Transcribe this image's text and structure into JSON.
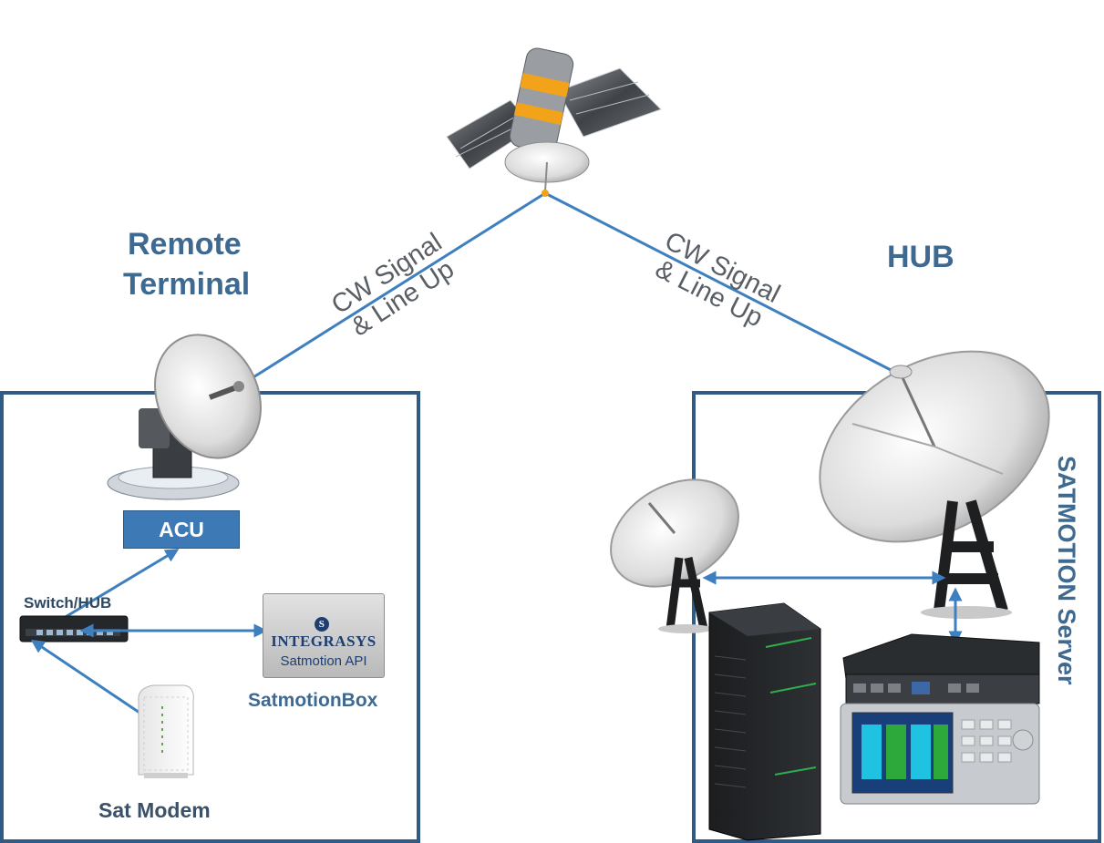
{
  "labels": {
    "remote_terminal_line1": "Remote",
    "remote_terminal_line2": "Terminal",
    "hub": "HUB",
    "acu": "ACU",
    "switch": "Switch/HUB",
    "satmotion_box": "SatmotionBox",
    "sat_modem": "Sat Modem",
    "satmotion_server": "SATMOTION Server"
  },
  "signal_left": {
    "line1": "CW Signal",
    "line2": "& Line Up"
  },
  "signal_right": {
    "line1": "CW Signal",
    "line2": "& Line Up"
  },
  "satmotion_api": {
    "brand": "INTEGRASYS",
    "product": "Satmotion API"
  },
  "colors": {
    "frame": "#2f5b86",
    "link_line": "#3d7fbf",
    "label_blue": "#3e6a92",
    "acu_fill": "#3d79b4"
  },
  "icons": {
    "satellite": "satellite-icon",
    "remote_antenna": "vsat-antenna-icon",
    "hub_antenna_large": "dish-antenna-icon",
    "hub_antenna_small": "dish-antenna-icon",
    "switch": "network-switch-icon",
    "modem": "router-icon",
    "server": "rack-server-icon",
    "analyzer": "spectrum-analyzer-icon"
  }
}
